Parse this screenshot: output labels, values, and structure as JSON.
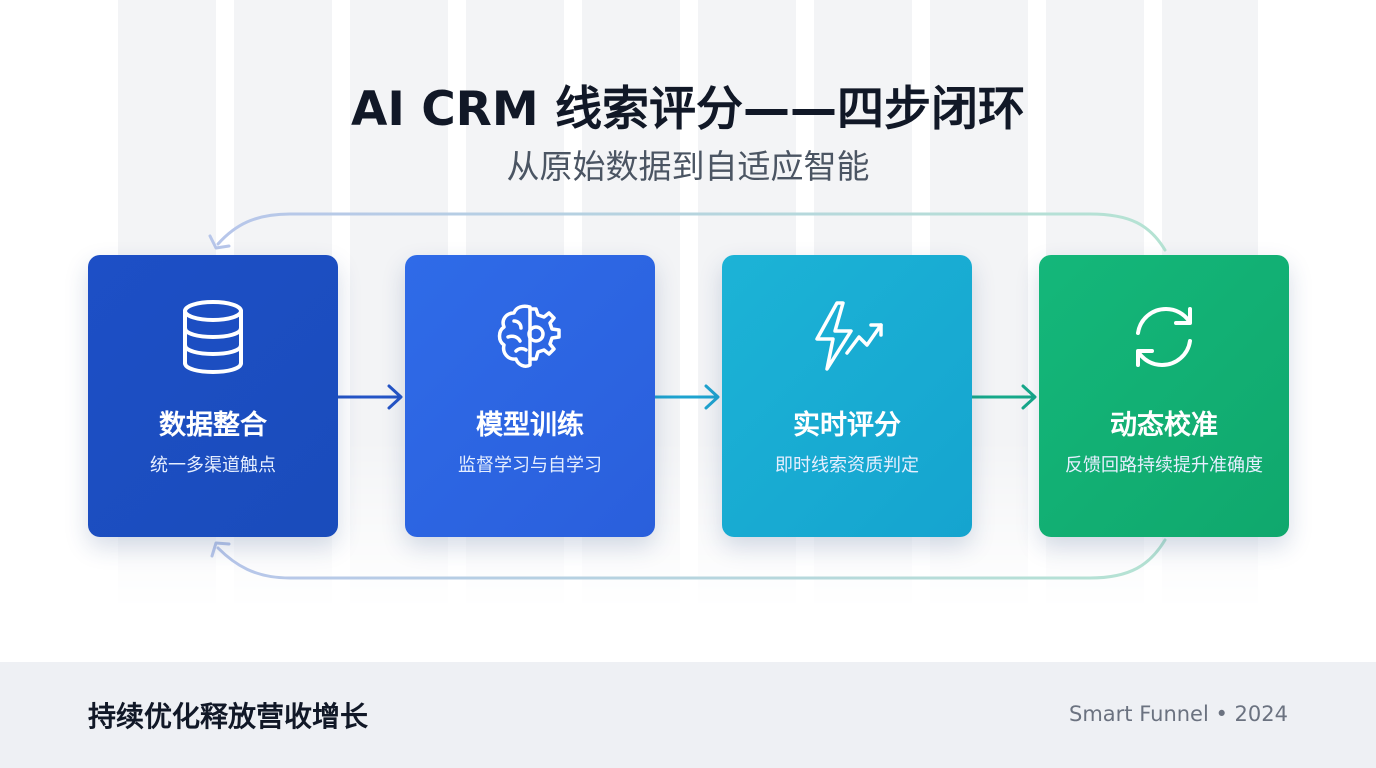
{
  "header": {
    "title": "AI CRM 线索评分——四步闭环",
    "subtitle": "从原始数据到自适应智能"
  },
  "steps": [
    {
      "title": "数据整合",
      "desc": "统一多渠道触点",
      "icon": "database-icon",
      "color": "#1d4fc6"
    },
    {
      "title": "模型训练",
      "desc": "监督学习与自学习",
      "icon": "brain-gear-icon",
      "color": "#2f6be8"
    },
    {
      "title": "实时评分",
      "desc": "即时线索资质判定",
      "icon": "lightning-trend-icon",
      "color": "#1cb3d6"
    },
    {
      "title": "动态校准",
      "desc": "反馈回路持续提升准确度",
      "icon": "refresh-icon",
      "color": "#14b77a"
    }
  ],
  "footer": {
    "tagline": "持续优化释放营收增长",
    "credit": "Smart Funnel • 2024"
  }
}
